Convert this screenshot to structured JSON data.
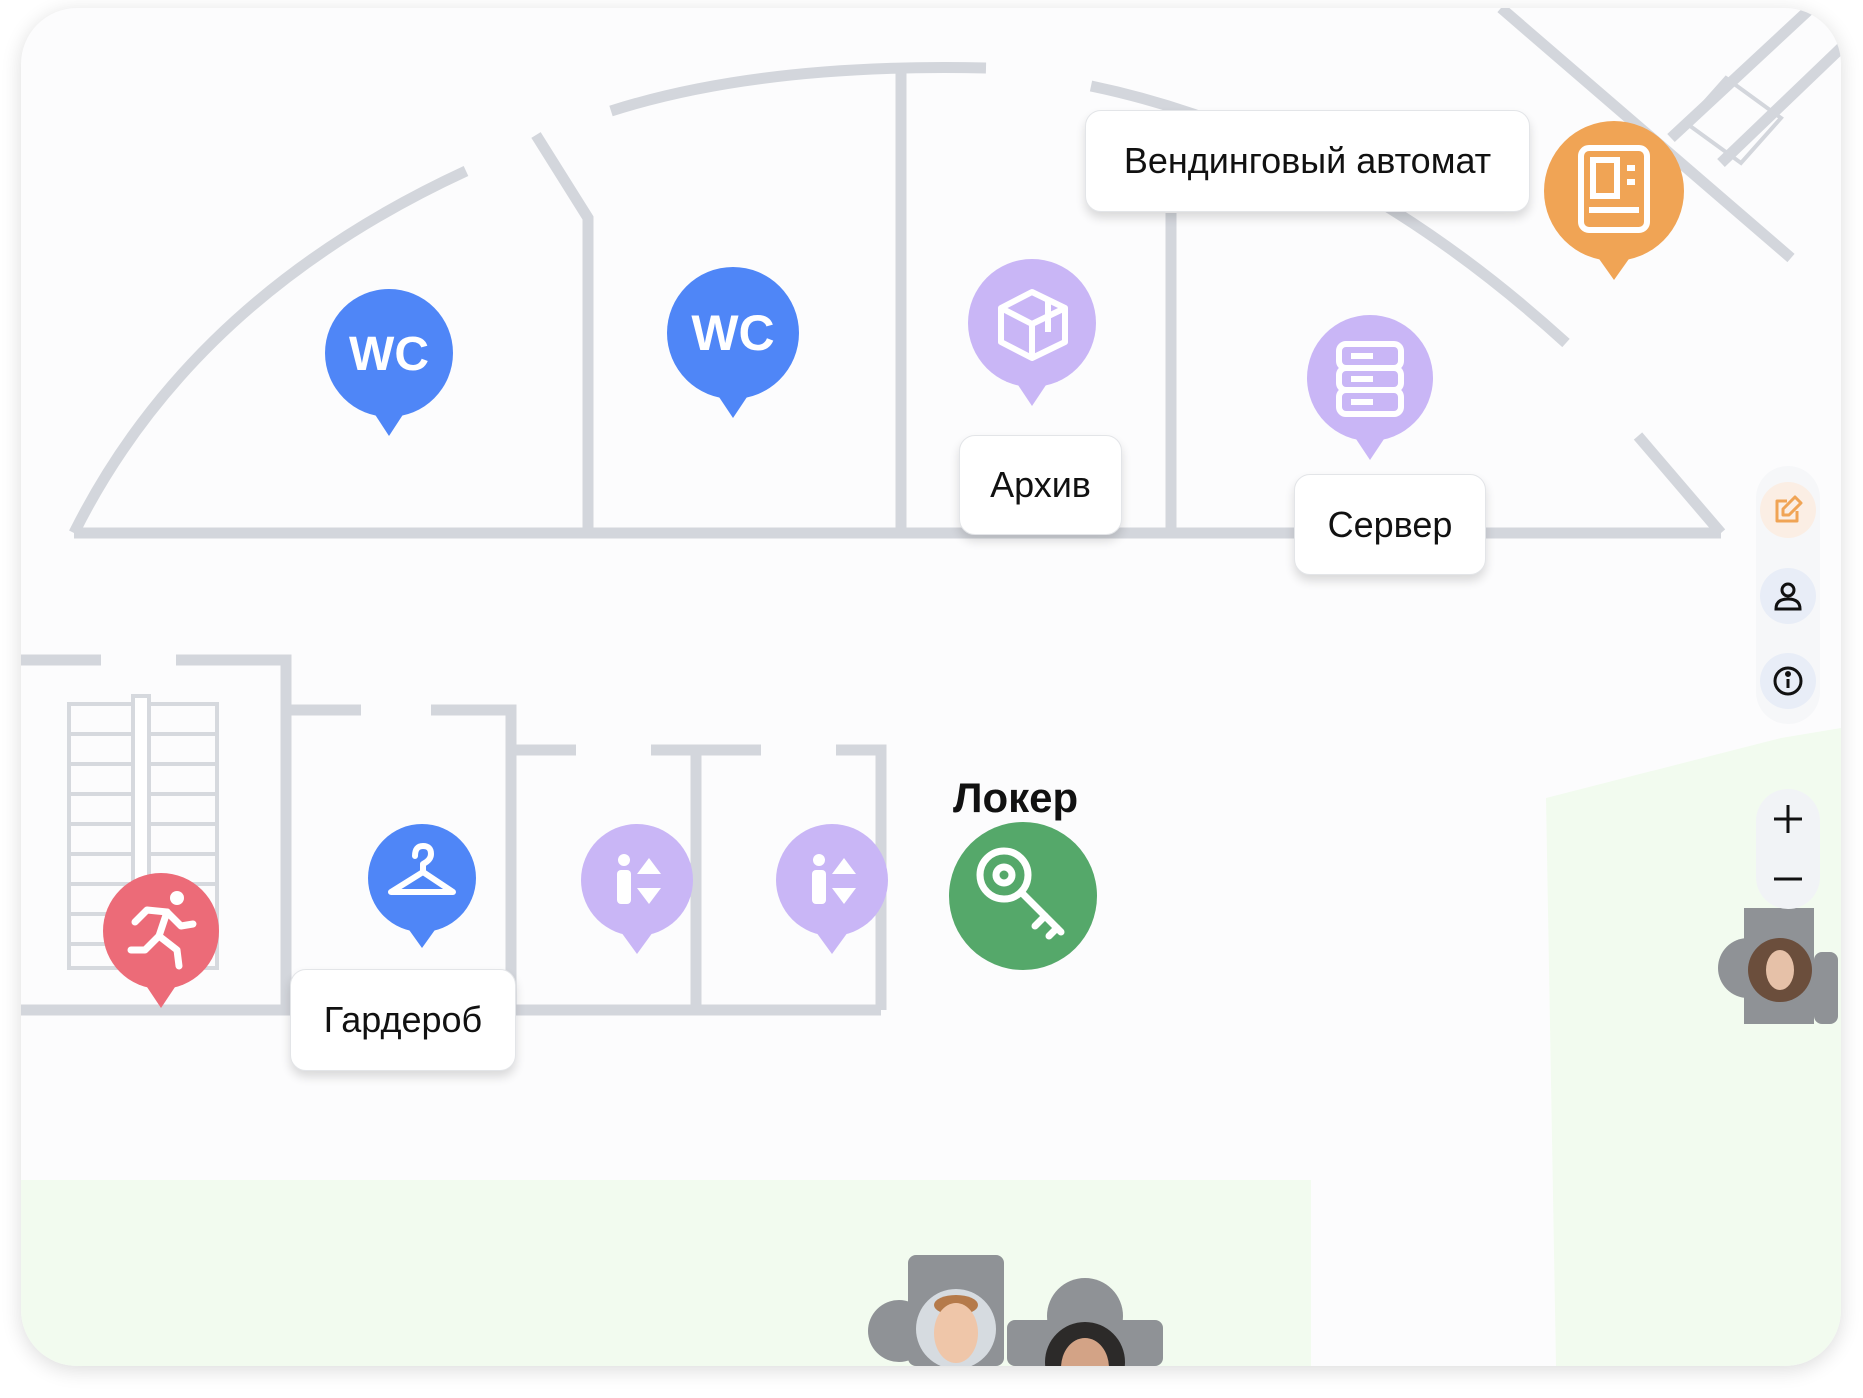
{
  "map": {
    "labels": {
      "vending": "Вендинговый автомат",
      "archive": "Архив",
      "server": "Сервер",
      "wardrobe": "Гардероб",
      "locker": "Локер"
    },
    "pins": [
      {
        "icon": "wc-icon",
        "text": "WC",
        "color": "#4f86f7"
      },
      {
        "icon": "wc-icon",
        "text": "WC",
        "color": "#4f86f7"
      },
      {
        "icon": "box-icon",
        "color": "#c9b6f6"
      },
      {
        "icon": "server-icon",
        "color": "#c9b6f6"
      },
      {
        "icon": "vending-machine-icon",
        "color": "#f0a455"
      },
      {
        "icon": "emergency-exit-icon",
        "color": "#ec6b78"
      },
      {
        "icon": "hanger-icon",
        "color": "#4f86f7"
      },
      {
        "icon": "restroom-icon",
        "color": "#c9b6f6"
      },
      {
        "icon": "restroom-icon",
        "color": "#c9b6f6"
      },
      {
        "icon": "key-icon",
        "color": "#55a86a"
      }
    ]
  },
  "controls": {
    "side_buttons": [
      "edit-icon",
      "user-icon",
      "info-icon"
    ],
    "zoom": [
      "plus-icon",
      "minus-icon"
    ]
  },
  "colors": {
    "walls": "#d3d6dc",
    "green_zone": "#f2fbef",
    "edit_accent": "#f0a455"
  }
}
